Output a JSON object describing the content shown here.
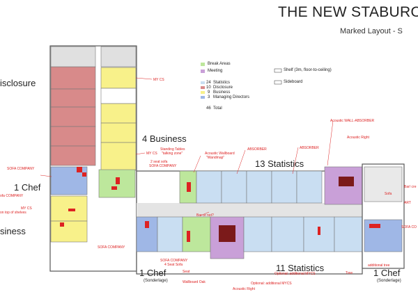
{
  "header": {
    "title": "THE NEW STABURO",
    "subtitle": "Marked Layout - S"
  },
  "colors": {
    "business": "#f8f18a",
    "disclosure": "#d88a8a",
    "statistics": "#c9def2",
    "chef": "#9fb7e6",
    "meeting": "#c9a0d8",
    "break": "#bde79c",
    "corridor": "#d7d7d7",
    "wall": "#555555",
    "accent_red": "#dd2222"
  },
  "legend": {
    "break_label": "Break Areas",
    "meeting_label": "Meeting",
    "shelf_label": "Shelf (3m, floor-to-ceiling)",
    "sideboard_label": "Sideboard",
    "stats_count": "24",
    "stats_label": "Statistics",
    "disclosure_count": "10",
    "disclosure_label": "Disclosure",
    "business_count": "9",
    "business_label": "Business",
    "directors_count": "3",
    "directors_label": "Managing Directors",
    "total_count": "46",
    "total_label": "Total"
  },
  "areas": {
    "disclosure": "isclosure",
    "business_4": "4 Business",
    "statistics_13": "13 Statistics",
    "chef_left": "1 Chef",
    "business_left": "siness",
    "statistics_11": "11 Statistics",
    "chef_bottom_left": "1 Chef",
    "chef_bottom_left_sub": "(Sonderlage)",
    "chef_bottom_right": "1 Chef",
    "chef_bottom_right_sub": "(Sonderlage)"
  },
  "annotations": {
    "my_cs_top": "MY CS",
    "my_cs_mid": "MY CS",
    "my_cs_left": "MY CS",
    "standing_tables": "Standing Tables",
    "talking_zone": "\"talking zone\"",
    "sofa_2seat": "2 seat sofa",
    "sofa_company_mid": "SOFA COMPANY",
    "acoustic_wallboard": "Acoustic Wallboard",
    "wandmap": "\"Wandmap\"",
    "absorber_1": "ABSORBER",
    "absorber_2": "ABSORBER",
    "acoustic_wall_absorber": "Acoustic WALL-ABSORBER",
    "acoustic_right": "Acoustic Right",
    "sofa_company_left": "SOFA COMPANY",
    "sofa_company_left2": "ofa COMPANY",
    "on_top_shelves": "on top of shelves",
    "bar_or_not": "Bar or not?",
    "sofa_company_bottom": "SOFA COMPANY",
    "sofa_company_bottom2": "SOFA COMPANY",
    "seat_sofa_4": "4 Seat Sofa",
    "seat": "Seat",
    "wallboard_oak": "Wallboard Oak",
    "acoustic_right_bottom": "Acoustic Right",
    "optional_mycs": "Optional: additional MYCS",
    "optional_mycs_2": "Optional: additional MYCS",
    "tree": "Tree",
    "additional_tree": "additional tree",
    "sofa_right": "Sofa",
    "bar_right": "Bar/ cre",
    "art": "ART",
    "sofa_co_right": "SOFA CO"
  }
}
